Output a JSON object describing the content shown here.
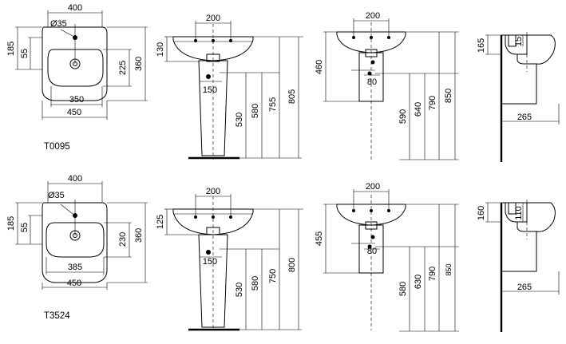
{
  "products": [
    {
      "code": "T0095",
      "front": {
        "width": "400",
        "hole": "Ø35",
        "left_h1": "185",
        "left_h2": "55",
        "right_h1": "225",
        "right_h2": "360",
        "inner_w": "350",
        "outer_w": "450"
      },
      "pedestal": {
        "top_w": "200",
        "left_h": "130",
        "waste": "150",
        "h1": "530",
        "h2": "580",
        "h3": "755",
        "h4": "805"
      },
      "semi_pedestal": {
        "top_w": "200",
        "left_h": "460",
        "waste": "80",
        "h1": "590",
        "h2": "640",
        "h3": "790",
        "h4": "850"
      },
      "side": {
        "h_top": "165",
        "h_small": "15",
        "depth": "265"
      }
    },
    {
      "code": "T3524",
      "front": {
        "width": "400",
        "hole": "Ø35",
        "left_h1": "185",
        "left_h2": "55",
        "right_h1": "230",
        "right_h2": "360",
        "inner_w": "385",
        "outer_w": "450"
      },
      "pedestal": {
        "top_w": "200",
        "left_h": "125",
        "waste": "150",
        "h1": "530",
        "h2": "580",
        "h3": "750",
        "h4": "800"
      },
      "semi_pedestal": {
        "top_w": "200",
        "left_h": "455",
        "waste": "80",
        "h1": "580",
        "h2": "630",
        "h3": "790",
        "h4": "850"
      },
      "side": {
        "h_top": "160",
        "h_small": "110",
        "depth": "265"
      }
    }
  ]
}
